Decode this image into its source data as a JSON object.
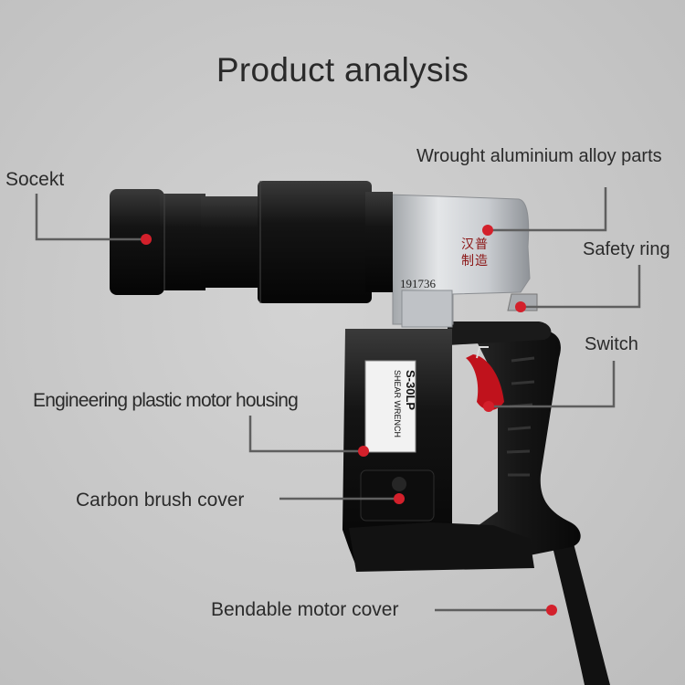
{
  "title": "Product analysis",
  "labels": {
    "socket": "Socekt",
    "wrought": "Wrought aluminium alloy parts",
    "safety_ring": "Safety ring",
    "switch": "Switch",
    "housing": "Engineering plastic motor housing",
    "brush": "Carbon brush cover",
    "bendable": "Bendable motor cover"
  },
  "product": {
    "brand_mark": "汉普制造",
    "serial": "191736",
    "nameplate_name": "SHEAR WRENCH",
    "nameplate_model": "S-30LP"
  },
  "colors": {
    "leader_line": "#5f5f5f",
    "marker": "#d3202b",
    "body": "#1c1c1c",
    "alloy": "#cfd2d5"
  }
}
